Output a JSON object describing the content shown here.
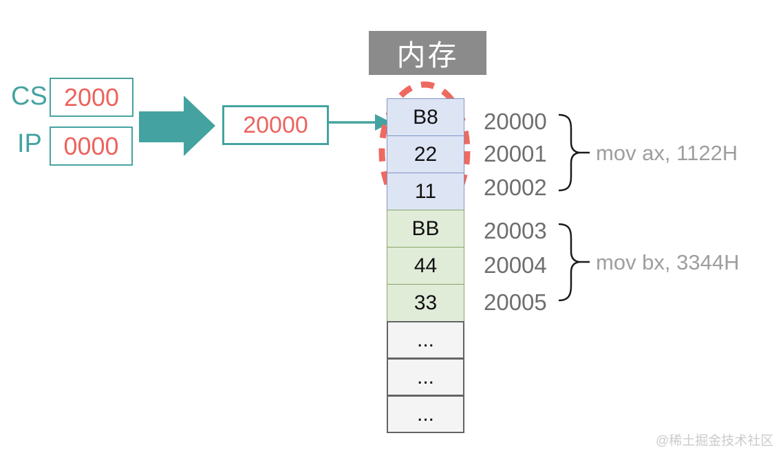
{
  "diagram": {
    "memory_title": "内存",
    "registers": [
      {
        "name": "CS",
        "value": "2000"
      },
      {
        "name": "IP",
        "value": "0000"
      }
    ],
    "physical_address": "20000",
    "memory_cells": [
      "B8",
      "22",
      "11",
      "BB",
      "44",
      "33",
      "...",
      "...",
      "..."
    ],
    "address_labels": [
      "20000",
      "20001",
      "20002",
      "20003",
      "20004",
      "20005"
    ],
    "instruction_groups": [
      {
        "addresses": [
          "20000",
          "20001",
          "20002"
        ],
        "bytes": [
          "B8",
          "22",
          "11"
        ],
        "instruction": "mov ax, 1122H"
      },
      {
        "addresses": [
          "20003",
          "20004",
          "20005"
        ],
        "bytes": [
          "BB",
          "44",
          "33"
        ],
        "instruction": "mov bx, 3344H"
      }
    ],
    "watermark": "@稀土掘金技术社区",
    "colors": {
      "teal_accent": "#44a3a0",
      "salmon_value": "#ec635e",
      "highlight_dash": "#ee6a60",
      "code_cell_bg": "#dde4f4",
      "code_cell_border": "#8092c4",
      "data_cell_bg": "#e0ebd8",
      "data_cell_border": "#8aa566",
      "empty_cell_bg": "#f4f4f4",
      "empty_cell_border": "#636363",
      "title_bg": "#8b8b8b",
      "address_text": "#6e6e6e",
      "instruction_text": "#9e9e9e"
    }
  }
}
